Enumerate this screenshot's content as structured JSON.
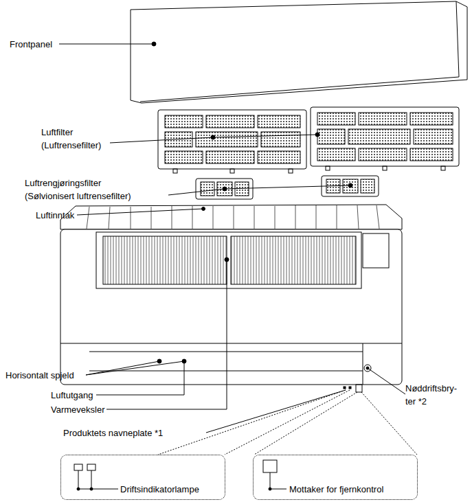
{
  "diagram": {
    "nodes": [
      {
        "text": [
          "Driftsindikatorlampe"
        ]
      },
      {
        "text": [
          "Mottaker for fjernkontrol"
        ]
      }
    ],
    "labels": [
      "Frontpanel",
      "Luftfilter (Luftrensefilter)",
      "Luftrengjøringsfilter (Sølvionisert luftrensefilter)",
      "Luftinntak",
      "Horisontalt spjeld",
      "Luftutgang",
      "Varmeveksler",
      "Nøddriftsbry- ter *2",
      "Produktets navneplate *1"
    ]
  }
}
